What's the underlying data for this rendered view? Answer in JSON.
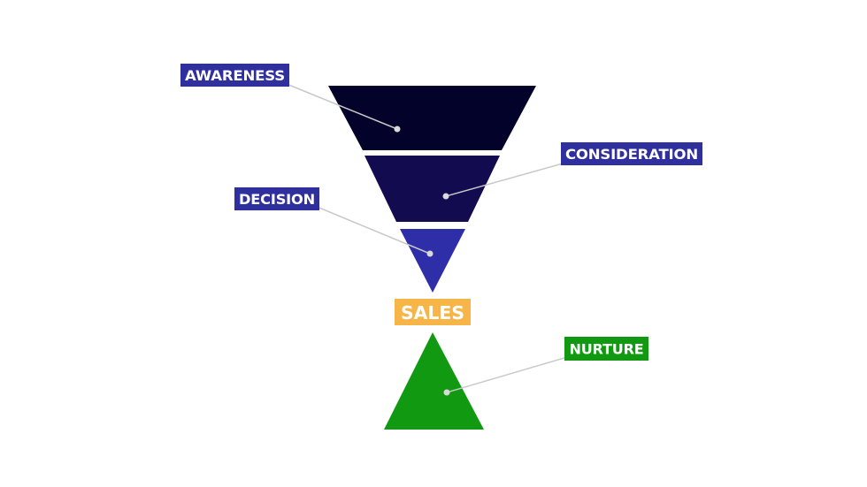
{
  "colors": {
    "label_bg": "#2f2f9e",
    "awareness": "#02022a",
    "consideration": "#130b4f",
    "decision": "#2e2ea8",
    "sales_bg": "#f7b548",
    "nurture": "#129912"
  },
  "stages": {
    "awareness": "AWARENESS",
    "consideration": "CONSIDERATION",
    "decision": "DECISION",
    "sales": "SALES",
    "nurture": "NURTURE"
  }
}
